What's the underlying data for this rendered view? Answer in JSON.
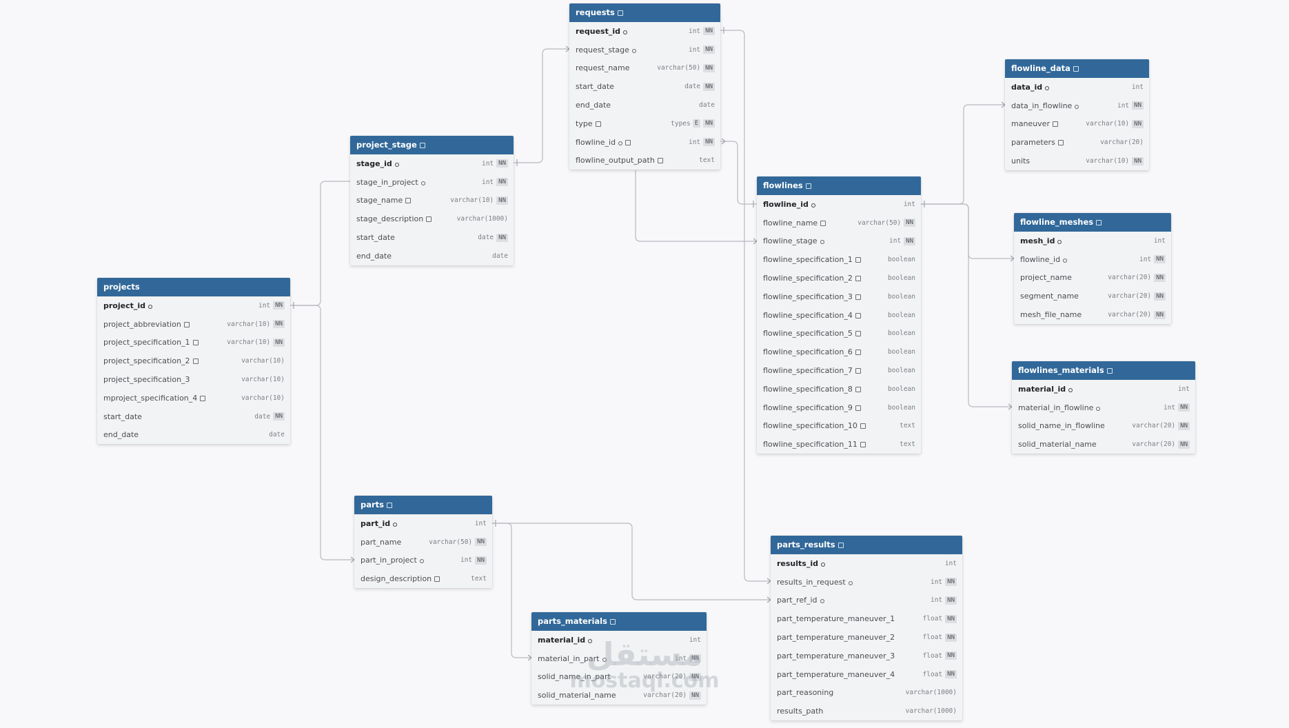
{
  "tables": [
    {
      "id": "requests",
      "title": "requests",
      "note": true,
      "columns": [
        {
          "name": "request_id",
          "pk": true,
          "key": true,
          "type": "int",
          "nn": true
        },
        {
          "name": "request_stage",
          "key": true,
          "type": "int",
          "nn": true
        },
        {
          "name": "request_name",
          "type": "varchar(50)",
          "nn": true
        },
        {
          "name": "start_date",
          "type": "date",
          "nn": true
        },
        {
          "name": "end_date",
          "type": "date"
        },
        {
          "name": "type",
          "note": true,
          "type": "types",
          "enum": "E",
          "nn": true
        },
        {
          "name": "flowline_id",
          "key": true,
          "note": true,
          "type": "int",
          "nn": true
        },
        {
          "name": "flowline_output_path",
          "note": true,
          "type": "text"
        }
      ]
    },
    {
      "id": "flowline_data",
      "title": "flowline_data",
      "note": true,
      "columns": [
        {
          "name": "data_id",
          "pk": true,
          "key": true,
          "type": "int"
        },
        {
          "name": "data_in_flowline",
          "key": true,
          "type": "int",
          "nn": true
        },
        {
          "name": "maneuver",
          "note": true,
          "type": "varchar(10)",
          "nn": true
        },
        {
          "name": "parameters",
          "note": true,
          "type": "varchar(20)"
        },
        {
          "name": "units",
          "type": "varchar(10)",
          "nn": true
        }
      ]
    },
    {
      "id": "project_stage",
      "title": "project_stage",
      "note": true,
      "columns": [
        {
          "name": "stage_id",
          "pk": true,
          "key": true,
          "type": "int",
          "nn": true
        },
        {
          "name": "stage_in_project",
          "key": true,
          "type": "int",
          "nn": true
        },
        {
          "name": "stage_name",
          "note": true,
          "type": "varchar(10)",
          "nn": true
        },
        {
          "name": "stage_description",
          "note": true,
          "type": "varchar(1000)"
        },
        {
          "name": "start_date",
          "type": "date",
          "nn": true
        },
        {
          "name": "end_date",
          "type": "date"
        }
      ]
    },
    {
      "id": "flowlines",
      "title": "flowlines",
      "note": true,
      "columns": [
        {
          "name": "flowline_id",
          "pk": true,
          "key": true,
          "type": "int"
        },
        {
          "name": "flowline_name",
          "note": true,
          "type": "varchar(50)",
          "nn": true
        },
        {
          "name": "flowline_stage",
          "key": true,
          "type": "int",
          "nn": true
        },
        {
          "name": "flowline_specification_1",
          "note": true,
          "type": "boolean"
        },
        {
          "name": "flowline_specification_2",
          "note": true,
          "type": "boolean"
        },
        {
          "name": "flowline_specification_3",
          "note": true,
          "type": "boolean"
        },
        {
          "name": "flowline_specification_4",
          "note": true,
          "type": "boolean"
        },
        {
          "name": "flowline_specification_5",
          "note": true,
          "type": "boolean"
        },
        {
          "name": "flowline_specification_6",
          "note": true,
          "type": "boolean"
        },
        {
          "name": "flowline_specification_7",
          "note": true,
          "type": "boolean"
        },
        {
          "name": "flowline_specification_8",
          "note": true,
          "type": "boolean"
        },
        {
          "name": "flowline_specification_9",
          "note": true,
          "type": "boolean"
        },
        {
          "name": "flowline_specification_10",
          "note": true,
          "type": "text"
        },
        {
          "name": "flowline_specification_11",
          "note": true,
          "type": "text"
        }
      ]
    },
    {
      "id": "flowline_meshes",
      "title": "flowline_meshes",
      "note": true,
      "columns": [
        {
          "name": "mesh_id",
          "pk": true,
          "key": true,
          "type": "int"
        },
        {
          "name": "flowline_id",
          "key": true,
          "type": "int",
          "nn": true
        },
        {
          "name": "project_name",
          "type": "varchar(20)",
          "nn": true
        },
        {
          "name": "segment_name",
          "type": "varchar(20)",
          "nn": true
        },
        {
          "name": "mesh_file_name",
          "type": "varchar(20)",
          "nn": true
        }
      ]
    },
    {
      "id": "projects",
      "title": "projects",
      "note": false,
      "columns": [
        {
          "name": "project_id",
          "pk": true,
          "key": true,
          "type": "int",
          "nn": true
        },
        {
          "name": "project_abbreviation",
          "note": true,
          "type": "varchar(10)",
          "nn": true
        },
        {
          "name": "project_specification_1",
          "note": true,
          "type": "varchar(10)",
          "nn": true
        },
        {
          "name": "project_specification_2",
          "note": true,
          "type": "varchar(10)"
        },
        {
          "name": "project_specification_3",
          "type": "varchar(10)"
        },
        {
          "name": "mproject_specification_4",
          "note": true,
          "type": "varchar(10)"
        },
        {
          "name": "start_date",
          "type": "date",
          "nn": true
        },
        {
          "name": "end_date",
          "type": "date"
        }
      ]
    },
    {
      "id": "flowlines_materials",
      "title": "flowlines_materials",
      "note": true,
      "columns": [
        {
          "name": "material_id",
          "pk": true,
          "key": true,
          "type": "int"
        },
        {
          "name": "material_in_flowline",
          "key": true,
          "type": "int",
          "nn": true
        },
        {
          "name": "solid_name_in_flowline",
          "type": "varchar(20)",
          "nn": true
        },
        {
          "name": "solid_material_name",
          "type": "varchar(20)",
          "nn": true
        }
      ]
    },
    {
      "id": "parts",
      "title": "parts",
      "note": true,
      "columns": [
        {
          "name": "part_id",
          "pk": true,
          "key": true,
          "type": "int"
        },
        {
          "name": "part_name",
          "type": "varchar(50)",
          "nn": true
        },
        {
          "name": "part_in_project",
          "key": true,
          "type": "int",
          "nn": true
        },
        {
          "name": "design_description",
          "note": true,
          "type": "text"
        }
      ]
    },
    {
      "id": "parts_results",
      "title": "parts_results",
      "note": true,
      "columns": [
        {
          "name": "results_id",
          "pk": true,
          "key": true,
          "type": "int"
        },
        {
          "name": "results_in_request",
          "key": true,
          "type": "int",
          "nn": true
        },
        {
          "name": "part_ref_id",
          "key": true,
          "type": "int",
          "nn": true
        },
        {
          "name": "part_temperature_maneuver_1",
          "type": "float",
          "nn": true
        },
        {
          "name": "part_temperature_maneuver_2",
          "type": "float",
          "nn": true
        },
        {
          "name": "part_temperature_maneuver_3",
          "type": "float",
          "nn": true
        },
        {
          "name": "part_temperature_maneuver_4",
          "type": "float",
          "nn": true
        },
        {
          "name": "part_reasoning",
          "type": "varchar(1000)"
        },
        {
          "name": "results_path",
          "type": "varchar(1000)"
        }
      ]
    },
    {
      "id": "parts_materials",
      "title": "parts_materials",
      "note": true,
      "columns": [
        {
          "name": "material_id",
          "pk": true,
          "key": true,
          "type": "int"
        },
        {
          "name": "material_in_part",
          "key": true,
          "type": "int",
          "nn": true
        },
        {
          "name": "solid_name_in_part",
          "type": "varchar(20)",
          "nn": true
        },
        {
          "name": "solid_material_name",
          "type": "varchar(20)",
          "nn": true
        }
      ]
    }
  ],
  "nn_label": "NN",
  "watermark": {
    "arabic": "مستقل",
    "latin": "mostaql.com"
  },
  "colors": {
    "header": "#316899",
    "background": "#f8f8fa",
    "line": "#b6b9bf"
  }
}
